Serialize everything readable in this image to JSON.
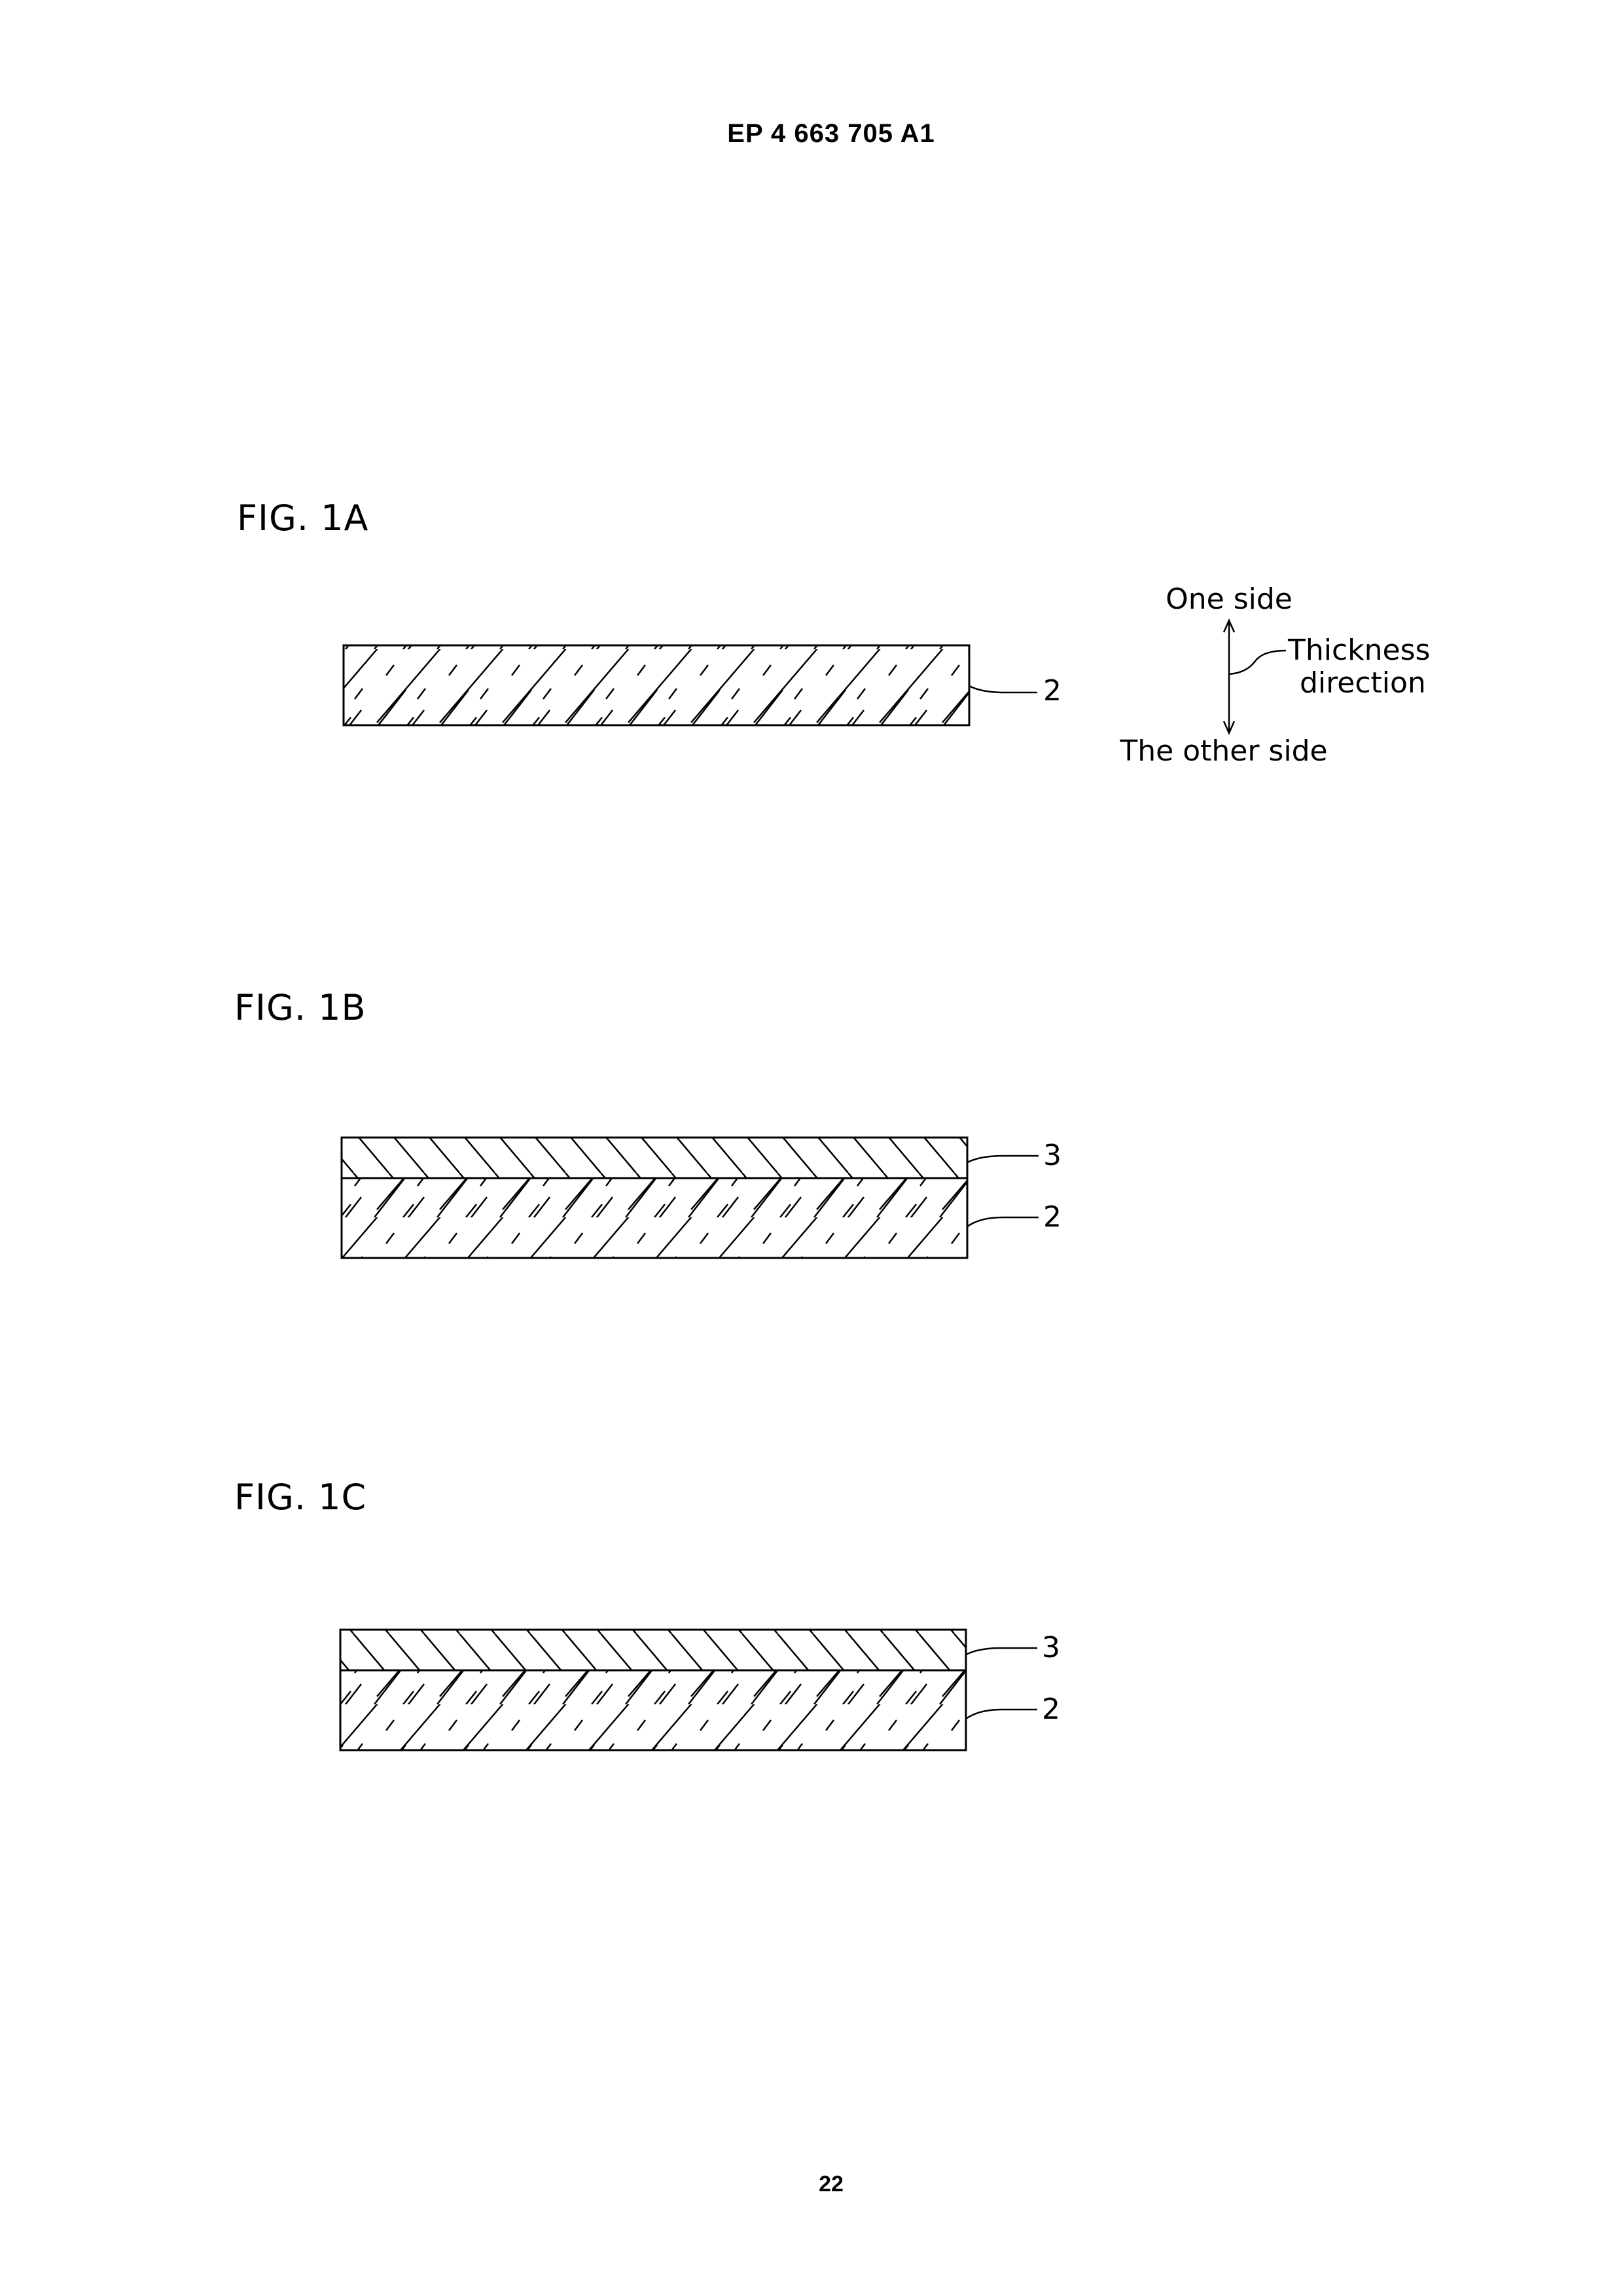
{
  "header": {
    "patent_number": "EP 4 663 705 A1"
  },
  "figures": [
    {
      "label": "FIG. 1A",
      "layers": [
        {
          "ref": "2"
        }
      ]
    },
    {
      "label": "FIG. 1B",
      "layers": [
        {
          "ref": "3"
        },
        {
          "ref": "2"
        }
      ]
    },
    {
      "label": "FIG. 1C",
      "layers": [
        {
          "ref": "3"
        },
        {
          "ref": "2"
        }
      ]
    }
  ],
  "direction_legend": {
    "top_label": "One side",
    "bottom_label": "The other side",
    "axis_label_line1": "Thickness",
    "axis_label_line2": "direction"
  },
  "footer": {
    "page_number": "22"
  }
}
